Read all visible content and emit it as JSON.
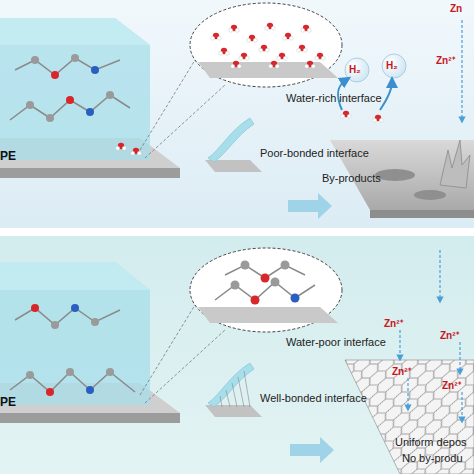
{
  "diagram": {
    "labels": [
      "PE",
      "Water-rich interface",
      "Poor-bonded interface",
      "H₂",
      "H₂",
      "Zn",
      "Zn²⁺",
      "By-products",
      "PE",
      "Water-poor interface",
      "Well-bonded interface",
      "Zn²⁺",
      "Zn²⁺",
      "Zn²⁺",
      "Zn²⁺",
      "Uniform depos",
      "No by-produ"
    ]
  }
}
